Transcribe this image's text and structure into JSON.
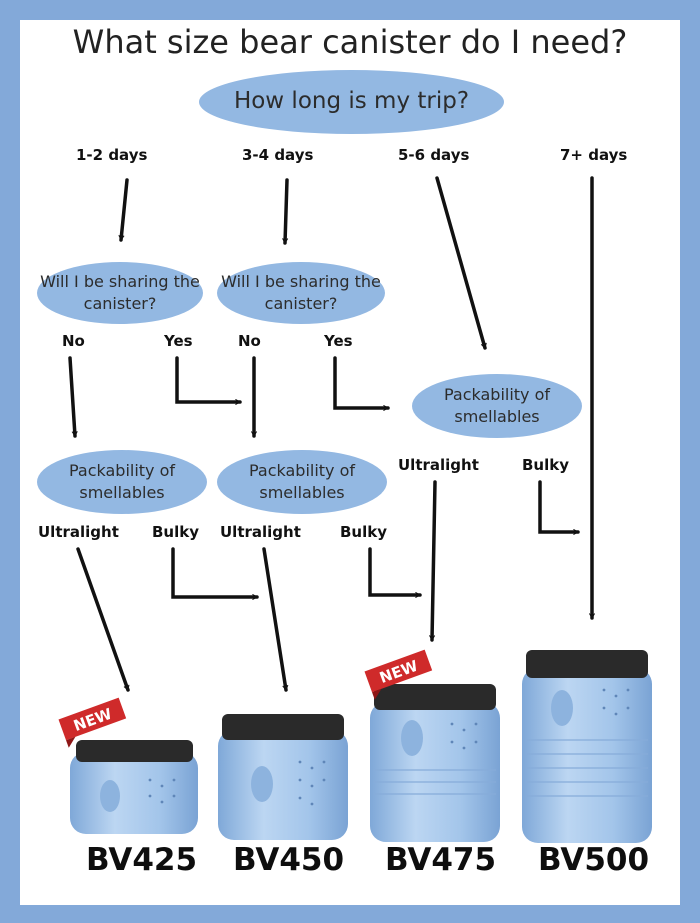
{
  "title": "What size bear canister do I need?",
  "question": "How long is my trip?",
  "durations": [
    "1-2 days",
    "3-4 days",
    "5-6 days",
    "7+ days"
  ],
  "share_question": "Will I be sharing the canister?",
  "packability_question": "Packability of smellables",
  "answers": {
    "no": "No",
    "yes": "Yes",
    "ultralight": "Ultralight",
    "bulky": "Bulky"
  },
  "new_badge": "NEW",
  "models": [
    "BV425",
    "BV450",
    "BV475",
    "BV500"
  ],
  "colors": {
    "frame": "#83a9d9",
    "oval": "#93b8e2",
    "canister": "#9ec1e6",
    "lid": "#2a2a2a",
    "badge": "#cf2a2a"
  }
}
